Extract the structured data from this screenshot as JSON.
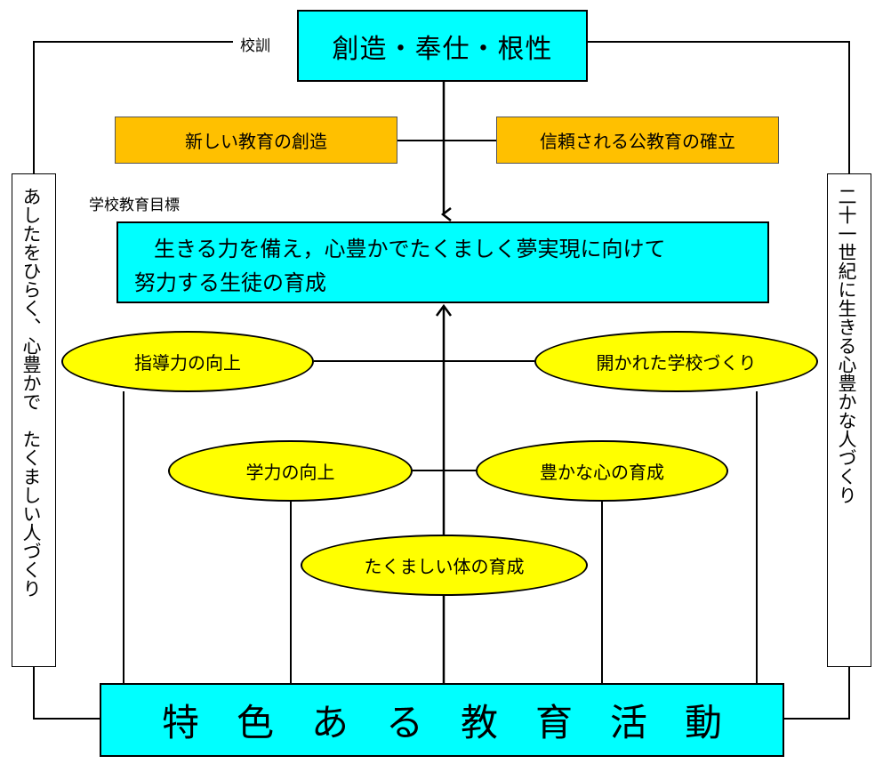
{
  "motto": {
    "label": "校訓",
    "text": "創造・奉仕・根性"
  },
  "pillars": {
    "left": "新しい教育の創造",
    "right": "信頼される公教育の確立"
  },
  "goal": {
    "label": "学校教育目標",
    "text_line1": "生きる力を備え，心豊かでたくましく夢実現に向けて",
    "text_line2": "努力する生徒の育成"
  },
  "ellipses": {
    "teaching": "指導力の向上",
    "open_school": "開かれた学校づくり",
    "academic": "学力の向上",
    "heart": "豊かな心の育成",
    "body": "たくましい体の育成"
  },
  "side_left": "あしたをひらく、心豊かで　たくましい人づくり",
  "side_right": "二十一世紀に生きる心豊かな人づくり",
  "bottom": "特　色　あ　る　教　育　活　動"
}
